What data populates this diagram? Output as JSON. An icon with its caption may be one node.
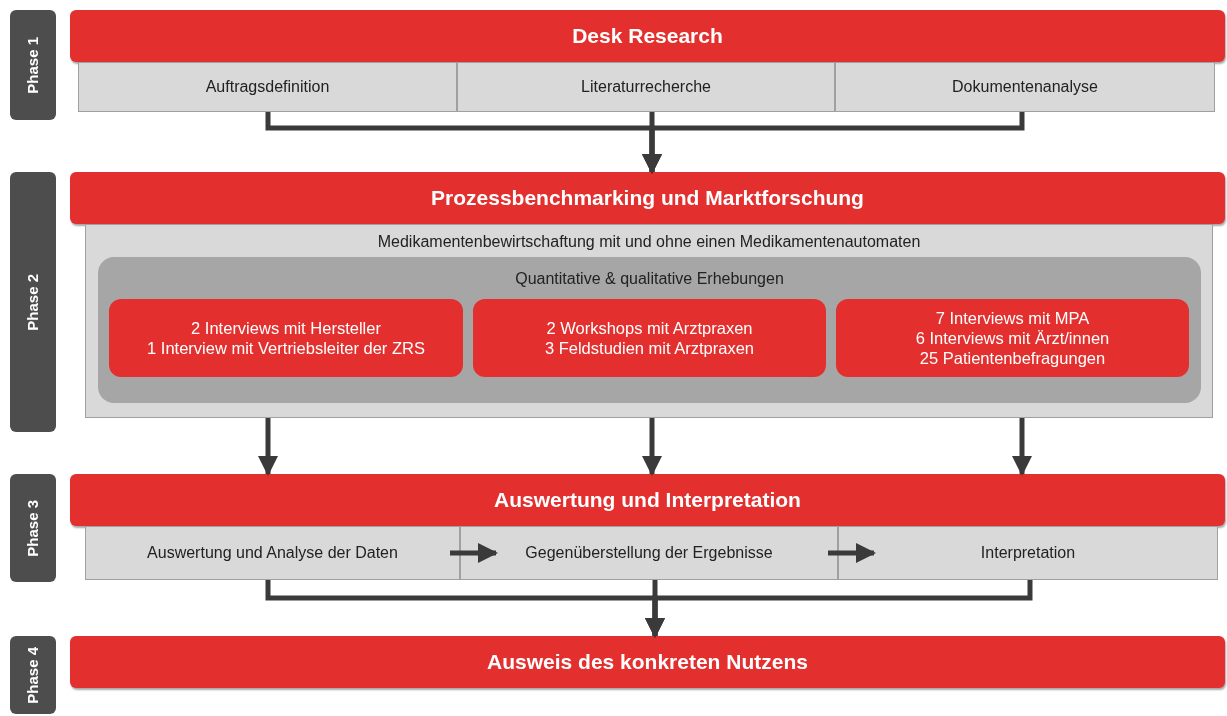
{
  "diagram": {
    "nodes": [
      {
        "text": [
          "Phase 1"
        ]
      },
      {
        "text": [
          "Phase 2"
        ]
      },
      {
        "text": [
          "Phase 3"
        ]
      },
      {
        "text": [
          "Phase 4"
        ]
      },
      {
        "text": [
          "Desk Research"
        ]
      },
      {
        "text": [
          "Auftragsdefinition"
        ]
      },
      {
        "text": [
          "Literaturrecherche"
        ]
      },
      {
        "text": [
          "Dokumentenanalyse"
        ]
      },
      {
        "text": [
          "Prozessbenchmarking und Marktforschung"
        ]
      },
      {
        "text": [
          "Medikamentenbewirtschaftung mit und ohne einen Medikamentenautomaten"
        ]
      },
      {
        "text": [
          "Quantitative & qualitative Erhebungen"
        ],
        "in": 9
      },
      {
        "text": [
          "2 Interviews mit Hersteller",
          "1 Interview mit Vertriebsleiter der ZRS"
        ],
        "in": 10
      },
      {
        "text": [
          "2 Workshops mit Arztpraxen",
          "3 Feldstudien mit Arztpraxen"
        ],
        "in": 10
      },
      {
        "text": [
          "7 Interviews mit MPA",
          "6 Interviews mit Ärzt/innen",
          "25 Patientenbefragungen"
        ],
        "in": 10
      },
      {
        "text": [
          "Auswertung und Interpretation"
        ]
      },
      {
        "text": [
          "Auswertung und Analyse der Daten"
        ]
      },
      {
        "text": [
          "Gegenüberstellung der Ergebnisse"
        ]
      },
      {
        "text": [
          "Interpretation"
        ]
      },
      {
        "text": [
          "Ausweis des konkreten Nutzens"
        ]
      }
    ],
    "edges": [
      {
        "from": 5,
        "to": 8,
        "arrow": "to"
      },
      {
        "from": 6,
        "to": 8,
        "arrow": "to"
      },
      {
        "from": 7,
        "to": 8,
        "arrow": "to"
      },
      {
        "from": 9,
        "to": 14,
        "arrow": "to"
      },
      {
        "from": 9,
        "to": 14,
        "arrow": "to"
      },
      {
        "from": 9,
        "to": 14,
        "arrow": "to"
      },
      {
        "from": 15,
        "to": 16,
        "arrow": "to"
      },
      {
        "from": 16,
        "to": 17,
        "arrow": "to"
      },
      {
        "from": 15,
        "to": 18,
        "arrow": "to"
      },
      {
        "from": 16,
        "to": 18,
        "arrow": "to"
      },
      {
        "from": 17,
        "to": 18,
        "arrow": "to"
      }
    ]
  }
}
